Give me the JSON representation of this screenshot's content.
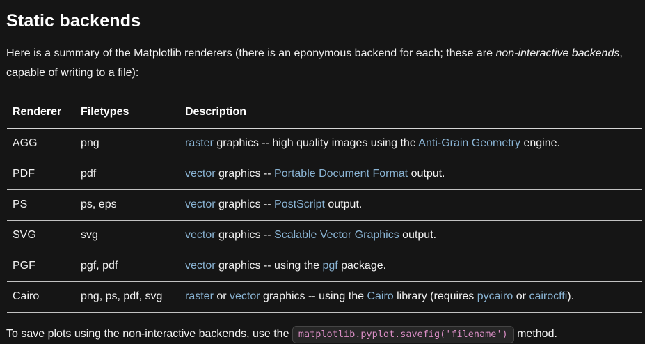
{
  "page": {
    "title": "Static backends",
    "intro": {
      "before_italic": "Here is a summary of the Matplotlib renderers (there is an eponymous backend for each; these are ",
      "italic": "non-interactive backends",
      "after_italic": ", capable of writing to a file):"
    },
    "table": {
      "headers": [
        "Renderer",
        "Filetypes",
        "Description"
      ],
      "rows": [
        {
          "renderer": "AGG",
          "filetypes": "png",
          "description": [
            {
              "text": "raster",
              "link": true
            },
            {
              "text": " graphics -- high quality images using the ",
              "link": false
            },
            {
              "text": "Anti-Grain Geometry",
              "link": true
            },
            {
              "text": " engine.",
              "link": false
            }
          ]
        },
        {
          "renderer": "PDF",
          "filetypes": "pdf",
          "description": [
            {
              "text": "vector",
              "link": true
            },
            {
              "text": " graphics -- ",
              "link": false
            },
            {
              "text": "Portable Document Format",
              "link": true
            },
            {
              "text": " output.",
              "link": false
            }
          ]
        },
        {
          "renderer": "PS",
          "filetypes": "ps, eps",
          "description": [
            {
              "text": "vector",
              "link": true
            },
            {
              "text": " graphics -- ",
              "link": false
            },
            {
              "text": "PostScript",
              "link": true
            },
            {
              "text": " output.",
              "link": false
            }
          ]
        },
        {
          "renderer": "SVG",
          "filetypes": "svg",
          "description": [
            {
              "text": "vector",
              "link": true
            },
            {
              "text": " graphics -- ",
              "link": false
            },
            {
              "text": "Scalable Vector Graphics",
              "link": true
            },
            {
              "text": " output.",
              "link": false
            }
          ]
        },
        {
          "renderer": "PGF",
          "filetypes": "pgf, pdf",
          "description": [
            {
              "text": "vector",
              "link": true
            },
            {
              "text": " graphics -- using the ",
              "link": false
            },
            {
              "text": "pgf",
              "link": true
            },
            {
              "text": " package.",
              "link": false
            }
          ]
        },
        {
          "renderer": "Cairo",
          "filetypes": "png, ps, pdf, svg",
          "description": [
            {
              "text": "raster",
              "link": true
            },
            {
              "text": " or ",
              "link": false
            },
            {
              "text": "vector",
              "link": true
            },
            {
              "text": " graphics -- using the ",
              "link": false
            },
            {
              "text": "Cairo",
              "link": true
            },
            {
              "text": " library (requires ",
              "link": false
            },
            {
              "text": "pycairo",
              "link": true
            },
            {
              "text": " or ",
              "link": false
            },
            {
              "text": "cairocffi",
              "link": true
            },
            {
              "text": ").",
              "link": false
            }
          ]
        }
      ]
    },
    "outro": {
      "before_code": "To save plots using the non-interactive backends, use the ",
      "code": "matplotlib.pyplot.savefig('filename')",
      "after_code": " method."
    },
    "colors": {
      "background": "#151515",
      "text": "#f2f2f2",
      "link": "#8ab4d4",
      "code_text": "#da8ec5",
      "code_background": "#262626",
      "code_border": "#454545",
      "table_border": "#c2c2c2"
    }
  }
}
